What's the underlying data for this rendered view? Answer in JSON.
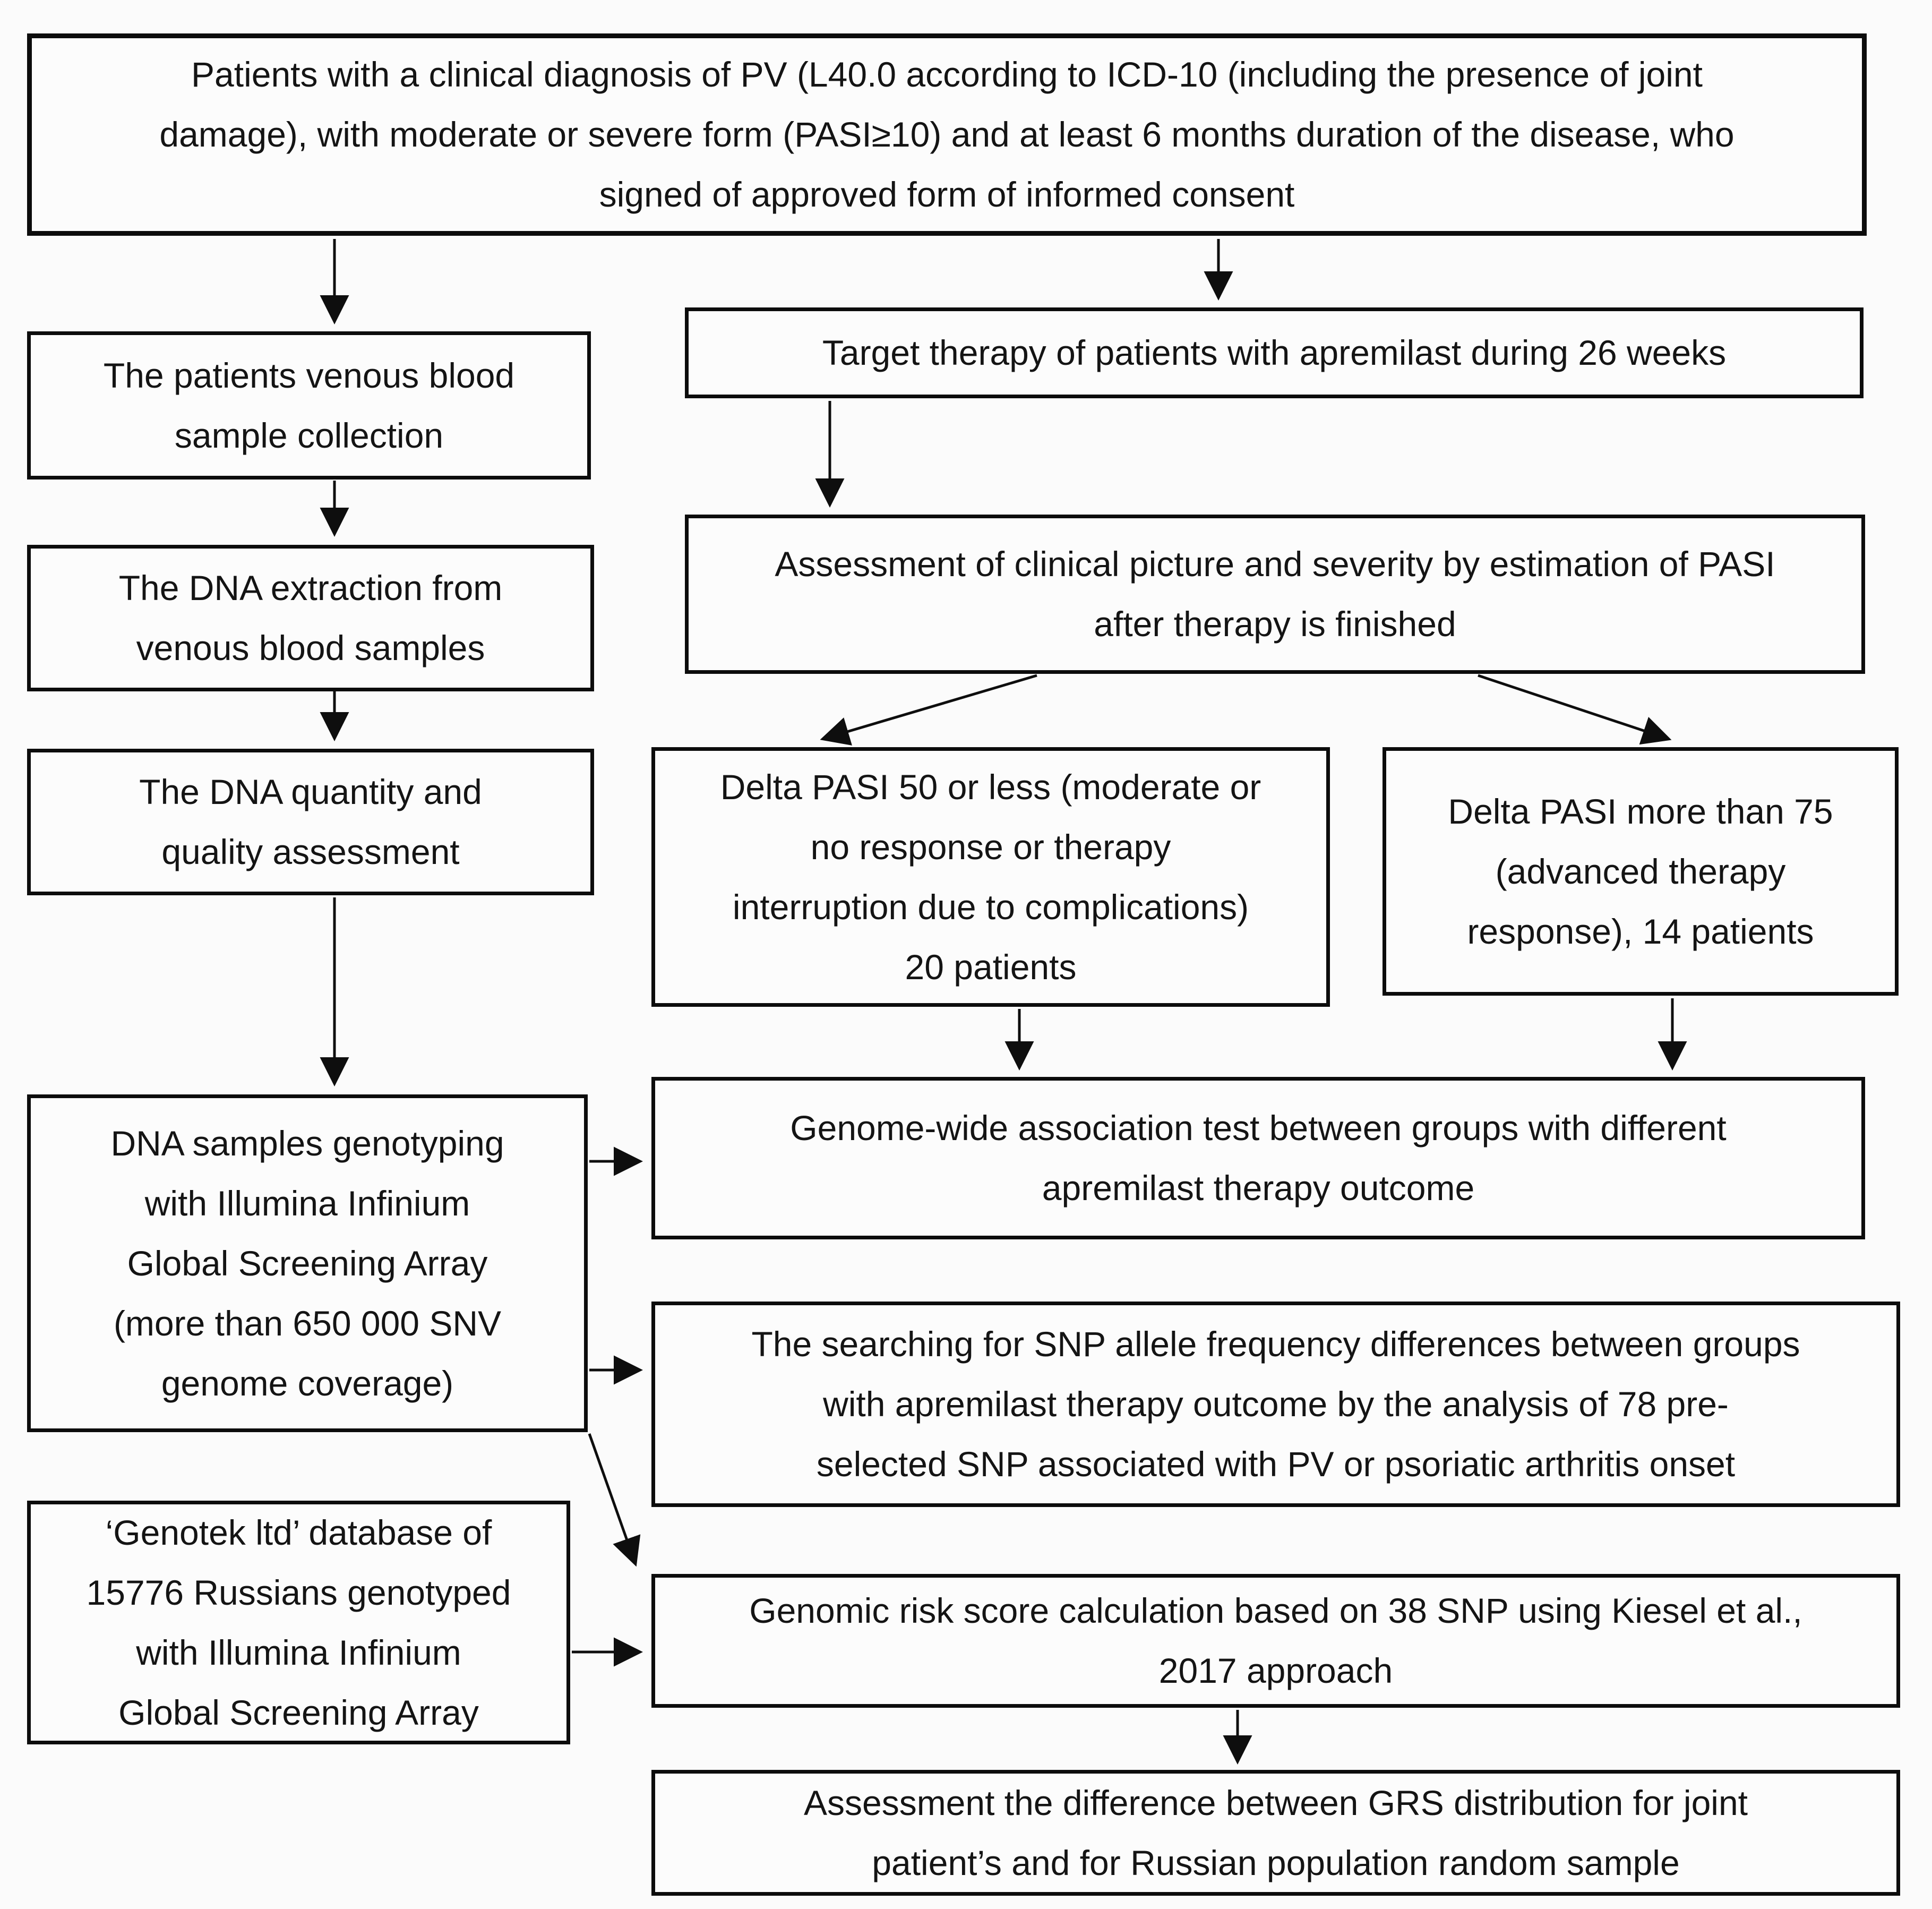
{
  "figure": {
    "type": "flowchart",
    "boxes": {
      "inclusion": "Patients with a clinical diagnosis of PV (L40.0 according to ICD-10 (including the presence of joint\ndamage), with moderate or severe form (PASI≥10) and at least 6 months duration of the disease, who\nsigned of approved form of informed consent",
      "blood_collection": "The patients venous blood\nsample collection",
      "dna_extraction": "The DNA extraction from\nvenous blood samples",
      "dna_quality": "The DNA quantity and\nquality assessment",
      "genotyping": "DNA samples genotyping\nwith Illumina Infinium\nGlobal Screening Array\n(more than 650 000 SNV\ngenome coverage)",
      "genotek_database": "‘Genotek ltd’ database of\n15776 Russians genotyped\nwith Illumina Infinium\nGlobal Screening Array",
      "target_therapy": "Target therapy of patients with apremilast during 26 weeks",
      "assessment_pasi": "Assessment of clinical picture and severity by estimation of PASI\nafter therapy is finished",
      "delta_pasi_50": "Delta PASI 50 or less (moderate or\nno response or therapy\ninterruption due to complications)\n20 patients",
      "delta_pasi_75": "Delta PASI more than 75\n(advanced therapy\nresponse), 14 patients",
      "gwas_test": "Genome-wide association test between groups with different\napremilast therapy outcome",
      "snp_search": "The searching for SNP allele frequency differences between groups\nwith apremilast therapy outcome by the analysis of 78 pre-\nselected SNP associated with PV or psoriatic arthritis onset",
      "grs_calculation": "Genomic risk score calculation based on 38 SNP using Kiesel et al.,\n2017 approach",
      "grs_assessment": "Assessment the difference between GRS distribution for joint\npatient’s and for Russian population random sample"
    }
  }
}
